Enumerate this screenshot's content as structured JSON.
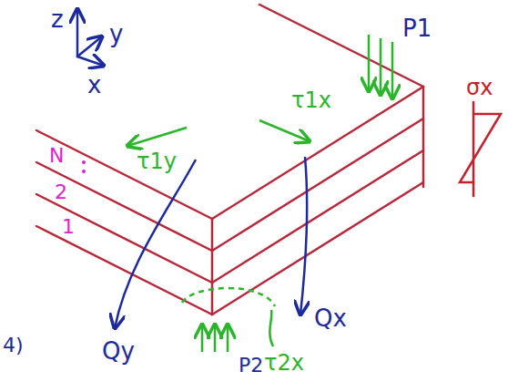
{
  "diagram": {
    "labels": [
      "z",
      "y",
      "x",
      "P1",
      "τ1x",
      "τ1y",
      "N",
      "2",
      "1",
      "σx",
      "4)",
      "Qy",
      "Qx",
      "P2",
      "τ2x"
    ]
  }
}
